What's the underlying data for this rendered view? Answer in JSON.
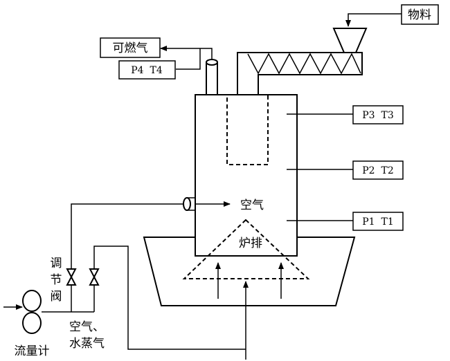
{
  "labels": {
    "material": "物料",
    "combustible_gas": "可燃气",
    "p4t4": "P4  T4",
    "p3t3": "P3  T3",
    "p2t2": "P2  T2",
    "p1t1": "P1  T1",
    "air": "空气",
    "grate": "炉排",
    "valve_line1": "调",
    "valve_line2": "节",
    "valve_line3": "阀",
    "air_steam_line1": "空气、",
    "air_steam_line2": "水蒸气",
    "flowmeter": "流量计"
  }
}
